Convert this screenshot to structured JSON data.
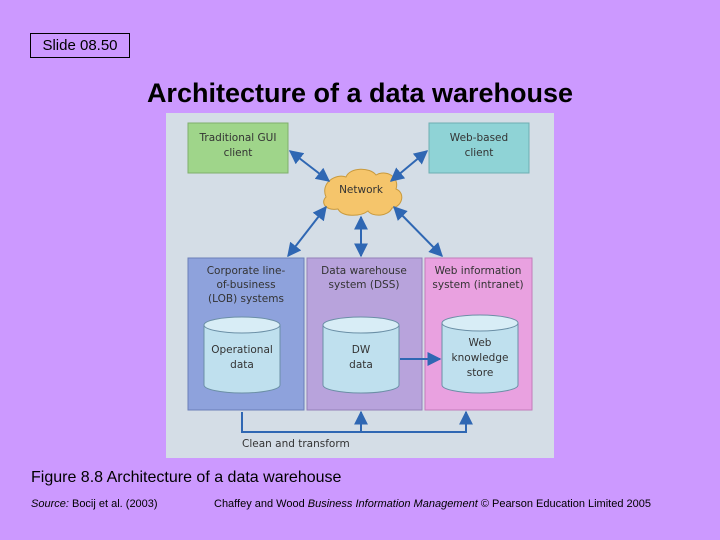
{
  "slide_label": "Slide 08.50",
  "title": "Architecture of a data warehouse",
  "diagram": {
    "traditional_client": [
      "Traditional GUI",
      "client"
    ],
    "web_client": [
      "Web-based",
      "client"
    ],
    "network": "Network",
    "lob": [
      "Corporate line-",
      "of-business",
      "(LOB) systems"
    ],
    "dss": [
      "Data warehouse",
      "system (DSS)"
    ],
    "intranet": [
      "Web information",
      "system (intranet)"
    ],
    "operational_data": [
      "Operational",
      "data"
    ],
    "dw_data": [
      "DW",
      "data"
    ],
    "knowledge_store": [
      "Web",
      "knowledge",
      "store"
    ],
    "clean_transform": "Clean and transform",
    "colors": {
      "background": "#d4dde6",
      "green_box": "#9fd58a",
      "teal_box": "#8fd3d6",
      "network": "#f5c56b",
      "blue_panel": "#8ea2dc",
      "purple_panel": "#b8a3dc",
      "pink_panel": "#e9a1e0",
      "cylinder": "#bfe0ee",
      "arrow": "#2f67b3"
    }
  },
  "caption": "Figure 8.8 Architecture of a data warehouse",
  "source": {
    "prefix": "Source:",
    "text": " Bocij et al. (2003)"
  },
  "credit": {
    "pre": "Chaffey and Wood ",
    "italic": "Business Information Management",
    "post": " © Pearson Education Limited 2005"
  }
}
